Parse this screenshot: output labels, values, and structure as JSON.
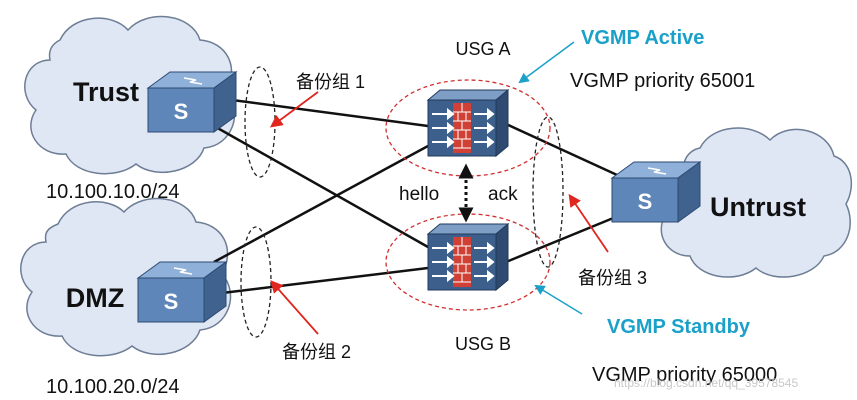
{
  "zones": {
    "trust": "Trust",
    "dmz": "DMZ",
    "untrust": "Untrust"
  },
  "subnets": {
    "trust": "10.100.10.0/24",
    "dmz": "10.100.20.0/24"
  },
  "firewalls": {
    "a": "USG A",
    "b": "USG B"
  },
  "vgmp": {
    "active": "VGMP Active",
    "active_priority": "VGMP priority 65001",
    "standby": "VGMP Standby",
    "standby_priority": "VGMP priority 65000"
  },
  "backup_groups": {
    "g1": "备份组 1",
    "g2": "备份组 2",
    "g3": "备份组 3"
  },
  "heartbeat": {
    "hello": "hello",
    "ack": "ack"
  },
  "switch_label": "S",
  "watermark": "https://blog.csdn.net/qq_39578545",
  "colors": {
    "cloud_fill": "#dfe7f4",
    "cloud_stroke": "#6d7d95",
    "switch_front": "#5f86b8",
    "switch_top": "#8fb0d8",
    "switch_side": "#3f628f",
    "firewall_body": "#3d5f8c",
    "brick": "#d04035",
    "vgmp_text": "#1ba1c9",
    "arrow_red": "#e0261e",
    "arrow_blue": "#1ba1c9"
  }
}
